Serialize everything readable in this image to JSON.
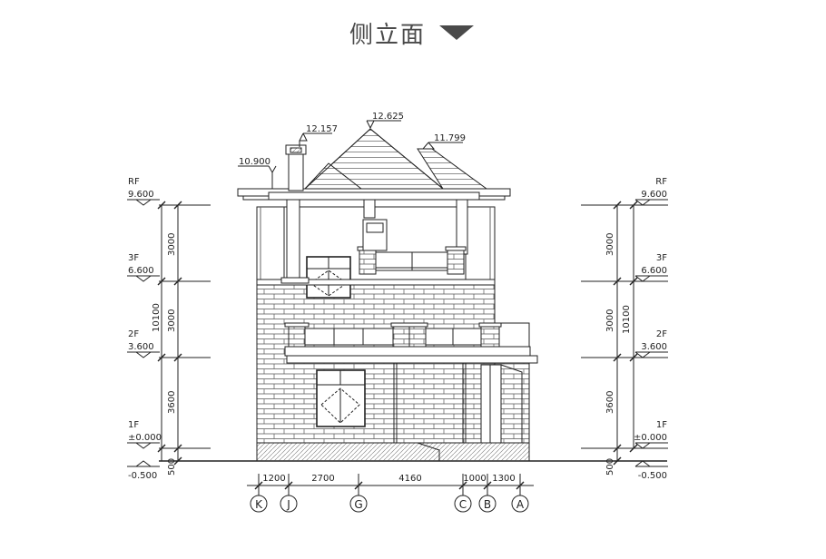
{
  "title": "侧立面",
  "levels_left": [
    {
      "name": "RF",
      "elev": "9.600"
    },
    {
      "name": "3F",
      "elev": "6.600"
    },
    {
      "name": "2F",
      "elev": "3.600"
    },
    {
      "name": "1F",
      "elev": "±0.000"
    }
  ],
  "levels_right": [
    {
      "name": "RF",
      "elev": "9.600"
    },
    {
      "name": "3F",
      "elev": "6.600"
    },
    {
      "name": "2F",
      "elev": "3.600"
    },
    {
      "name": "1F",
      "elev": "±0.000"
    }
  ],
  "base_elev": "-0.500",
  "floor_dims": [
    "3000",
    "3000",
    "3600",
    "500"
  ],
  "total_dim": "10100",
  "roof_elevs": {
    "peak": "12.625",
    "left_ridge": "12.157",
    "right": "11.799",
    "chimney": "10.900"
  },
  "axis_dims": [
    "1200",
    "2700",
    "4160",
    "1000",
    "1300"
  ],
  "axes": [
    "K",
    "J",
    "G",
    "C",
    "B",
    "A"
  ]
}
